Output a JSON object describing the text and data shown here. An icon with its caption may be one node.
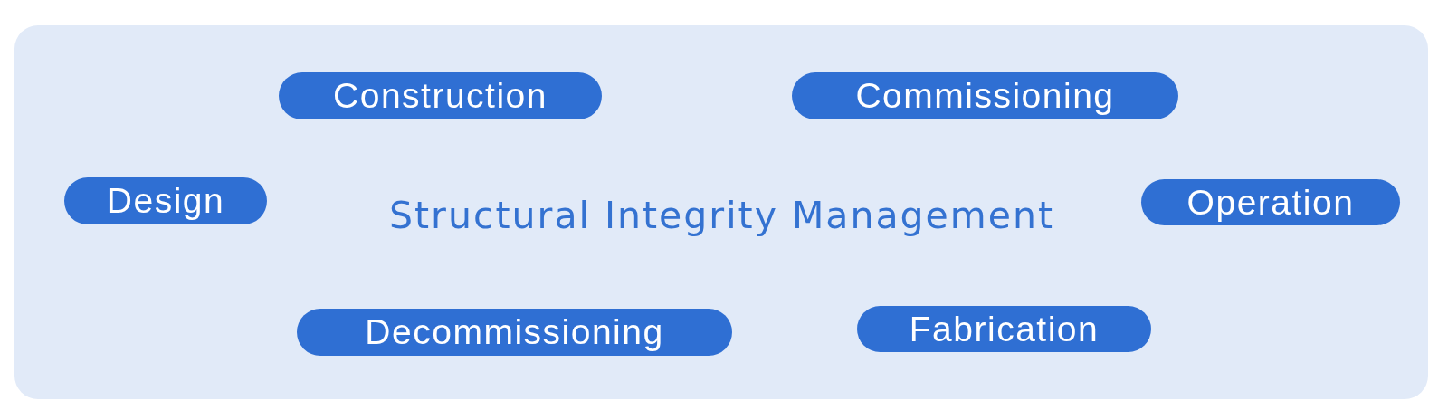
{
  "diagram": {
    "nodes": [
      {
        "text": [
          "Structural Integrity Management"
        ]
      },
      {
        "text": [
          "Construction"
        ],
        "in": 0
      },
      {
        "text": [
          "Commissioning"
        ],
        "in": 0
      },
      {
        "text": [
          "Design"
        ],
        "in": 0
      },
      {
        "text": [
          "Operation"
        ],
        "in": 0
      },
      {
        "text": [
          "Decommissioning"
        ],
        "in": 0
      },
      {
        "text": [
          "Fabrication"
        ],
        "in": 0
      }
    ]
  }
}
